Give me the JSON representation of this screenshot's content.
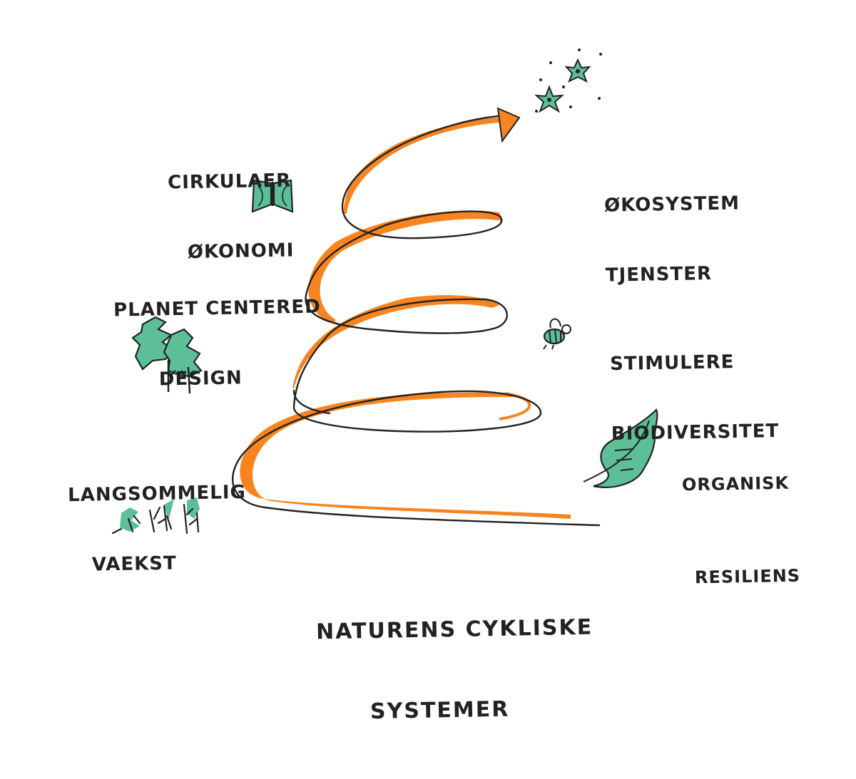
{
  "colors": {
    "spiral_orange": "#f7841f",
    "ink": "#222222",
    "leaf_green": "#5cbf98",
    "background": "#ffffff"
  },
  "labels": {
    "cirkulaer": [
      "CIRKULAER",
      "ØKONOMI"
    ],
    "planet": [
      "PLANET CENTERED",
      "DESIGN"
    ],
    "langsom": [
      "LANGSOMMELIG",
      "VAEKST"
    ],
    "okosystem": [
      "ØKOSYSTEM",
      "TJENSTER"
    ],
    "stimulere": [
      "STIMULERE",
      "BIODIVERSITET"
    ],
    "organisk": "ORGANISK",
    "resiliens": "RESILIENS",
    "title": [
      "NATURENS CYKLISKE",
      "SYSTEMER"
    ]
  },
  "icons": [
    "butterfly-icon",
    "trees-icon",
    "sprouts-icon",
    "flowers-icon",
    "bee-icon",
    "leaf-icon",
    "spiral-arrow-icon"
  ]
}
